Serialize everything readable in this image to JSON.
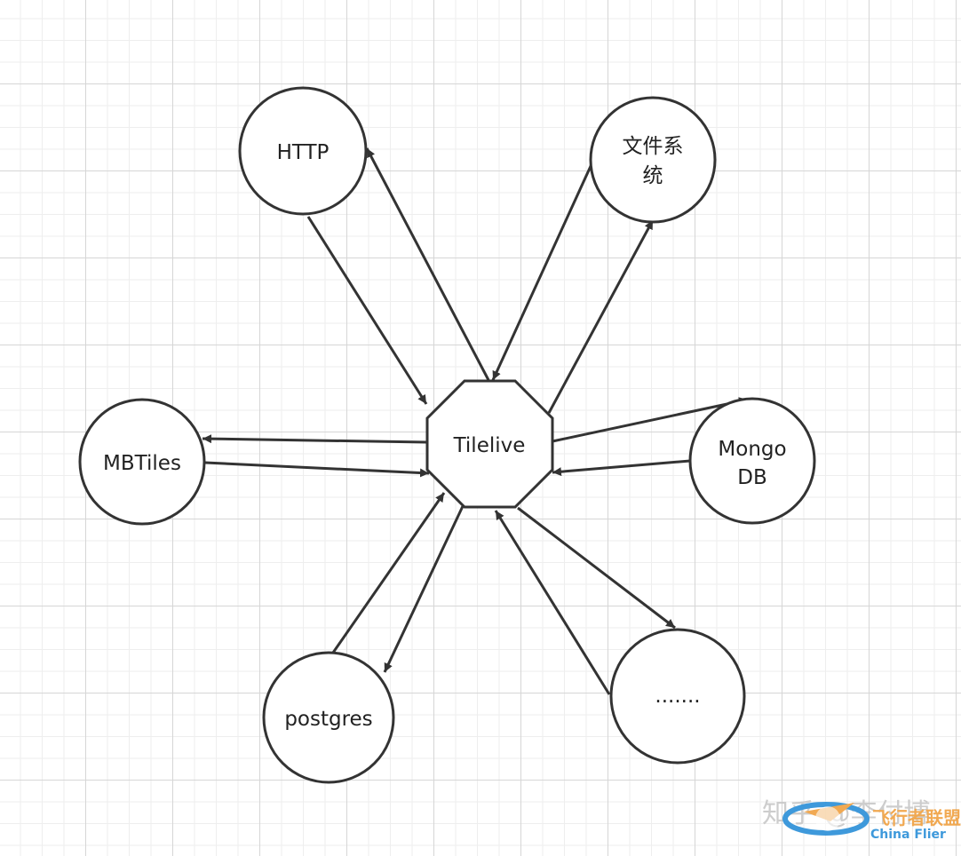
{
  "nodes": {
    "center": "Tilelive",
    "http": "HTTP",
    "fs_line1": "文件系",
    "fs_line2": "统",
    "mbtiles": "MBTiles",
    "mongo_line1": "Mongo",
    "mongo_line2": "DB",
    "postgres": "postgres",
    "more": "......."
  },
  "watermark": {
    "zhihu": "知乎 @李付博",
    "brand_cn": "飞行者联盟",
    "brand_en": "China Flier"
  },
  "colors": {
    "stroke": "#333333",
    "grid": "#d6d6d6",
    "watermark_orange": "#f0a040",
    "watermark_blue": "#2a8fd8"
  }
}
